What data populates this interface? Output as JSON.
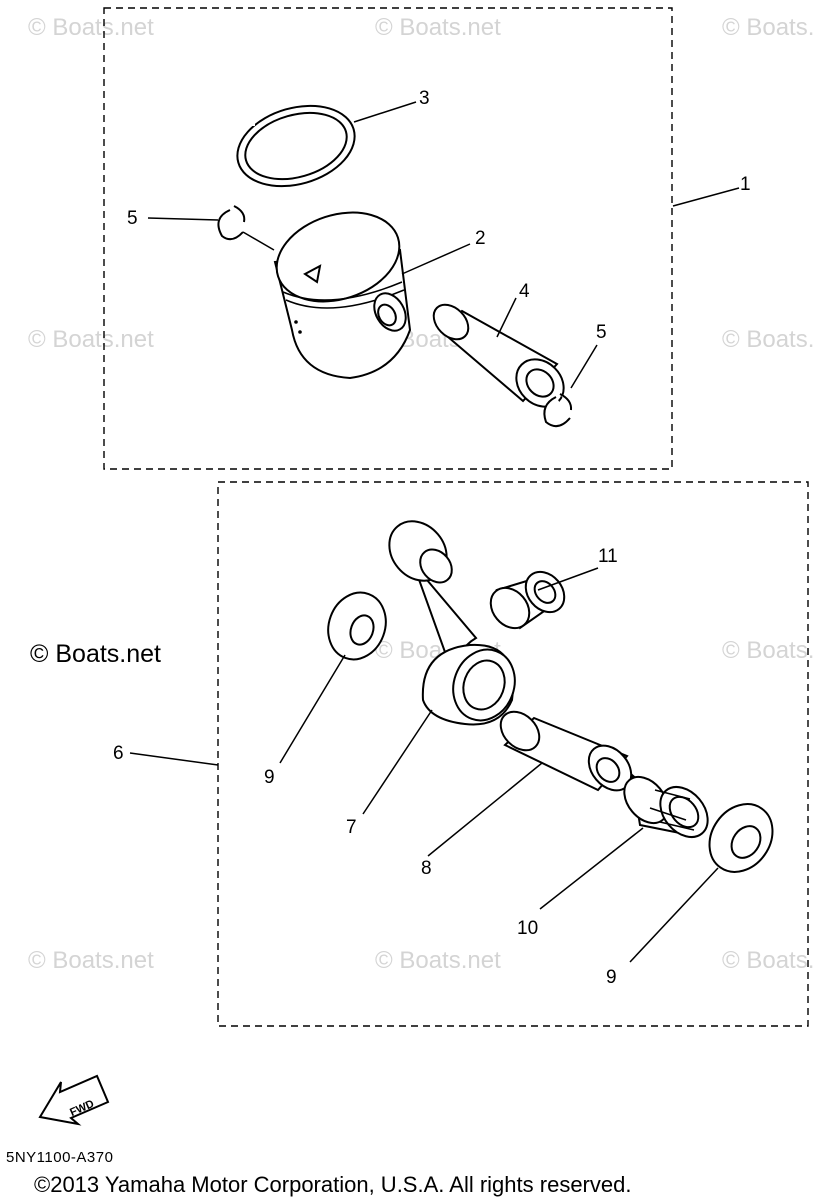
{
  "watermark": "© Boats.net",
  "callouts": {
    "c1": "1",
    "c2": "2",
    "c3": "3",
    "c4": "4",
    "c5a": "5",
    "c5b": "5",
    "c6": "6",
    "c7": "7",
    "c8": "8",
    "c9a": "9",
    "c9b": "9",
    "c10": "10",
    "c11": "11"
  },
  "fwd_label": "FWD",
  "diagram_code": "5NY1100-A370",
  "copyright": "©2013 Yamaha Motor Corporation, U.S.A. All rights reserved."
}
